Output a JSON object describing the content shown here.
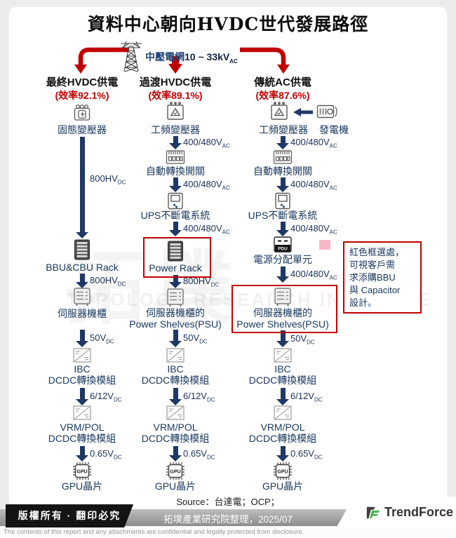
{
  "title": "資料中心朝向HVDC世代發展路徑",
  "grid": {
    "label": "中壓電網",
    "range": "10 ~ 33kV",
    "sub": "AC"
  },
  "colors": {
    "accent_red": "#C00000",
    "navy": "#1F3864",
    "label_navy": "#17365D",
    "pink": "#F6B8C6"
  },
  "columns": [
    {
      "title": "最終HVDC供電",
      "efficiency": "(效率92.1%)",
      "steps": [
        {
          "icon": "sst",
          "label": "固態變壓器"
        },
        {
          "value": "800HV",
          "sub": "DC"
        },
        {
          "icon": "rack",
          "label": "BBU&CBU Rack"
        },
        {
          "value": "800HV",
          "sub": "DC"
        },
        {
          "icon": "cabinet",
          "label": "伺服器機櫃"
        },
        {
          "value": "50V",
          "sub": "DC"
        },
        {
          "icon": "dcdc",
          "label": "IBC",
          "label2": "DCDC轉換模組"
        },
        {
          "value": "6/12V",
          "sub": "DC"
        },
        {
          "icon": "dcdc",
          "label": "VRM/POL",
          "label2": "DCDC轉換模組"
        },
        {
          "value": "0.65V",
          "sub": "DC"
        },
        {
          "icon": "gpu",
          "label": "GPU晶片"
        }
      ]
    },
    {
      "title": "過渡HVDC供電",
      "efficiency": "(效率89.1%)",
      "steps": [
        {
          "icon": "transformer",
          "label": "工頻變壓器"
        },
        {
          "value": "400/480V",
          "sub": "AC"
        },
        {
          "icon": "ats",
          "label": "自動轉換開關"
        },
        {
          "value": "400/480V",
          "sub": "AC"
        },
        {
          "icon": "ups",
          "label": "UPS不斷電系統"
        },
        {
          "value": "400/480V",
          "sub": "AC"
        },
        {
          "icon": "rack",
          "label": "Power Rack",
          "highlight": true
        },
        {
          "value": "800HV",
          "sub": "DC"
        },
        {
          "icon": "cabinet",
          "label": "伺服器機櫃的",
          "label2": "Power Shelves(PSU)"
        },
        {
          "value": "50V",
          "sub": "DC"
        },
        {
          "icon": "dcdc",
          "label": "IBC",
          "label2": "DCDC轉換模組"
        },
        {
          "value": "6/12V",
          "sub": "DC"
        },
        {
          "icon": "dcdc",
          "label": "VRM/POL",
          "label2": "DCDC轉換模組"
        },
        {
          "value": "0.65V",
          "sub": "DC"
        },
        {
          "icon": "gpu",
          "label": "GPU晶片"
        }
      ]
    },
    {
      "title": "傳統AC供電",
      "efficiency": "(效率87.6%)",
      "steps": [
        {
          "icon": "transformer",
          "label": "工頻變壓器",
          "aux_icon": "generator",
          "aux_label": "發電機"
        },
        {
          "value": "400/480V",
          "sub": "AC"
        },
        {
          "icon": "ats",
          "label": "自動轉換開關"
        },
        {
          "value": "400/480V",
          "sub": "AC"
        },
        {
          "icon": "ups",
          "label": "UPS不斷電系統"
        },
        {
          "value": "400/480V",
          "sub": "AC"
        },
        {
          "icon": "pdu",
          "label": "電源分配單元"
        },
        {
          "value": "400/480V",
          "sub": "AC"
        },
        {
          "icon": "cabinet",
          "label": "伺服器機櫃的",
          "label2": "Power Shelves(PSU)",
          "highlight": true
        },
        {
          "value": "50V",
          "sub": "DC"
        },
        {
          "icon": "dcdc",
          "label": "IBC",
          "label2": "DCDC轉換模組"
        },
        {
          "value": "6/12V",
          "sub": "DC"
        },
        {
          "icon": "dcdc",
          "label": "VRM/POL",
          "label2": "DCDC轉換模組"
        },
        {
          "value": "0.65V",
          "sub": "DC"
        },
        {
          "icon": "gpu",
          "label": "GPU晶片"
        }
      ]
    }
  ],
  "annotation": {
    "lines": [
      "紅色框選處，",
      "可視客戶需",
      "求添購BBU",
      "與 Capacitor",
      "設計。"
    ]
  },
  "watermark": {
    "cjk": "拓墣",
    "en": "TOPOLOGY RESEARCH INSTITUTE"
  },
  "footer": {
    "source": "Source：台達電；OCP；",
    "copyright": "版權所有 · 翻印必究",
    "note": "拓墣產業研究院整理，2025/07",
    "brand": "TrendForce",
    "disclaimer": "The contents of this report and any attachments are confidential and legally protected from disclosure."
  }
}
